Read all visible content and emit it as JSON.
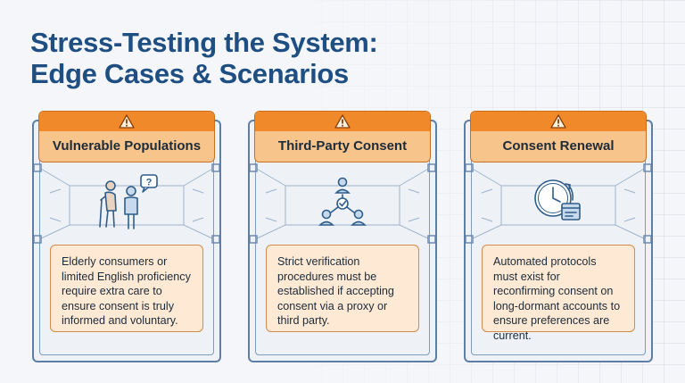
{
  "title": {
    "line1": "Stress-Testing the System:",
    "line2": "Edge Cases & Scenarios"
  },
  "colors": {
    "title": "#1f4f82",
    "header_strip": "#f0892a",
    "header_label_bg": "#f7c48c",
    "note_bg": "#fde9d4",
    "frame": "#5d7fa6",
    "icon": "#2f5d8a"
  },
  "cards": [
    {
      "label": "Vulnerable Populations",
      "icon": "elderly-person-question-icon",
      "text": "Elderly consumers or limited English proficiency require extra care to ensure consent is truly informed and voluntary."
    },
    {
      "label": "Third-Party Consent",
      "icon": "proxy-network-icon",
      "text": "Strict verification procedures must be established if accepting consent via a proxy or third party."
    },
    {
      "label": "Consent Renewal",
      "icon": "clock-renewal-icon",
      "text": "Automated protocols must exist for reconfirming consent on long-dormant accounts to ensure preferences are current."
    }
  ]
}
